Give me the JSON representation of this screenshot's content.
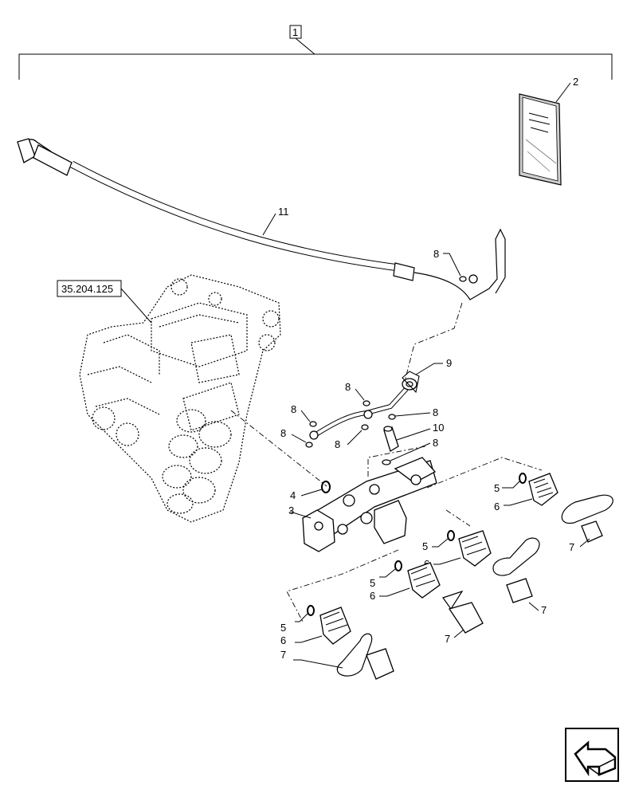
{
  "assembly_label": "1",
  "reference_label": "35.204.125",
  "callouts": [
    {
      "id": "c2",
      "text": "2"
    },
    {
      "id": "c11",
      "text": "11"
    },
    {
      "id": "c8a",
      "text": "8"
    },
    {
      "id": "c9",
      "text": "9"
    },
    {
      "id": "c8b",
      "text": "8"
    },
    {
      "id": "c8c",
      "text": "8"
    },
    {
      "id": "c8d",
      "text": "8"
    },
    {
      "id": "c8e",
      "text": "8"
    },
    {
      "id": "c8f",
      "text": "8"
    },
    {
      "id": "c10",
      "text": "10"
    },
    {
      "id": "c8g",
      "text": "8"
    },
    {
      "id": "c4",
      "text": "4"
    },
    {
      "id": "c3",
      "text": "3"
    },
    {
      "id": "c5a",
      "text": "5"
    },
    {
      "id": "c6a",
      "text": "6"
    },
    {
      "id": "c7a",
      "text": "7"
    },
    {
      "id": "c5b",
      "text": "5"
    },
    {
      "id": "c6b",
      "text": "6"
    },
    {
      "id": "c7b",
      "text": "7"
    },
    {
      "id": "c5c",
      "text": "5"
    },
    {
      "id": "c6c",
      "text": "6"
    },
    {
      "id": "c7c",
      "text": "7"
    },
    {
      "id": "c5d",
      "text": "5"
    },
    {
      "id": "c6d",
      "text": "6"
    },
    {
      "id": "c7d",
      "text": "7"
    }
  ]
}
